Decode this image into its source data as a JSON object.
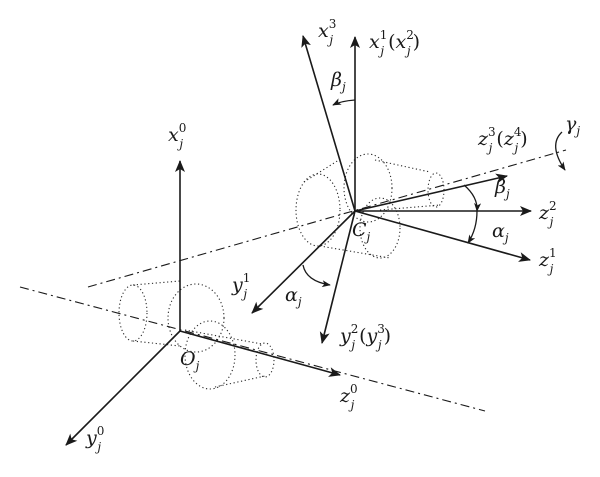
{
  "labels": {
    "x_j0": {
      "base": "x",
      "sup": "0",
      "sub": "j"
    },
    "y_j0": {
      "base": "y",
      "sup": "0",
      "sub": "j"
    },
    "z_j0": {
      "base": "z",
      "sup": "0",
      "sub": "j"
    },
    "O_j": {
      "base": "O",
      "sub": "j"
    },
    "C_j": {
      "base": "C",
      "sub": "j"
    },
    "x_j1": {
      "base": "x",
      "sup": "1",
      "sub": "j",
      "alt_base": "x",
      "alt_sup": "2",
      "alt_sub": "j"
    },
    "x_j3": {
      "base": "x",
      "sup": "3",
      "sub": "j"
    },
    "beta_top": {
      "base": "β",
      "sub": "j"
    },
    "z_j3": {
      "base": "z",
      "sup": "3",
      "sub": "j",
      "alt_base": "z",
      "alt_sup": "4",
      "alt_sub": "j"
    },
    "gamma_j": {
      "base": "γ",
      "sub": "j"
    },
    "beta_right": {
      "base": "β",
      "sub": "j"
    },
    "z_j2": {
      "base": "z",
      "sup": "2",
      "sub": "j"
    },
    "alpha_right": {
      "base": "α",
      "sub": "j"
    },
    "z_j1": {
      "base": "z",
      "sup": "1",
      "sub": "j"
    },
    "y_j1": {
      "base": "y",
      "sup": "1",
      "sub": "j"
    },
    "alpha_left": {
      "base": "α",
      "sub": "j"
    },
    "y_j2": {
      "base": "y",
      "sup": "2",
      "sub": "j",
      "alt_base": "y",
      "alt_sup": "3",
      "alt_sub": "j"
    }
  },
  "colors": {
    "ink": "#1a1a1a",
    "background": "#ffffff"
  }
}
